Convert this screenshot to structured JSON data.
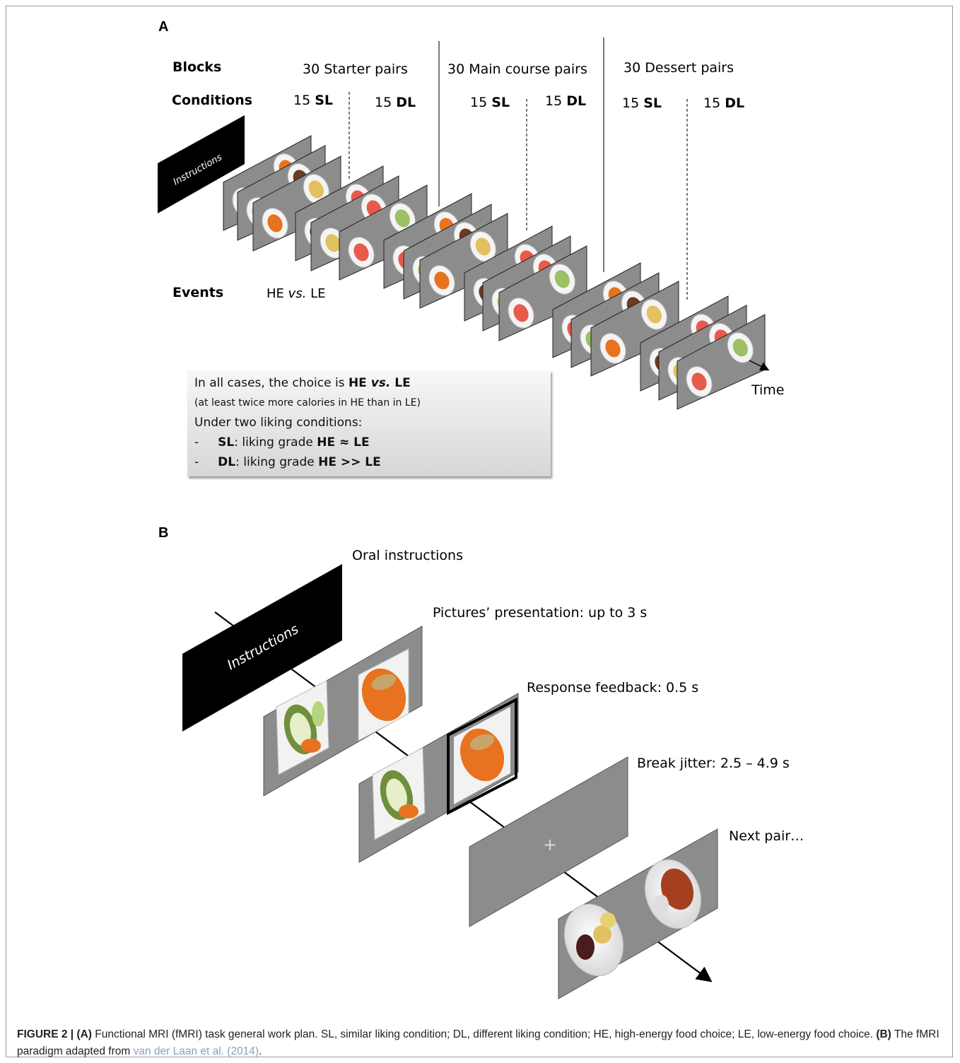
{
  "panel_a": {
    "label": "A",
    "blocks_label": "Blocks",
    "conditions_label": "Conditions",
    "events_label": "Events",
    "events_value_a": "HE ",
    "events_value_vs": "vs.",
    "events_value_b": " LE",
    "blocks": [
      {
        "title": "30 Starter pairs",
        "sl_count": "15 ",
        "sl": "SL",
        "dl_count": "15 ",
        "dl": "DL"
      },
      {
        "title": "30 Main course pairs",
        "sl_count": "15 ",
        "sl": "SL",
        "dl_count": "15 ",
        "dl": "DL"
      },
      {
        "title": "30 Dessert pairs",
        "sl_count": "15 ",
        "sl": "SL",
        "dl_count": "15 ",
        "dl": "DL"
      }
    ],
    "instructions_text": "Instructions",
    "time_label": "Time",
    "note": {
      "line1_a": "In all cases, the choice is ",
      "line1_b": "HE ",
      "line1_c": "vs.",
      "line1_d": " LE",
      "line2": "(at least twice more calories in HE than in LE)",
      "line3": "Under two liking conditions:",
      "dash": "-",
      "sl_term": "SL",
      "sl_text": ": liking grade ",
      "sl_rel": "HE ≈ LE",
      "dl_term": "DL",
      "dl_text": ": liking grade ",
      "dl_rel": "HE >> LE"
    }
  },
  "panel_b": {
    "label": "B",
    "steps": [
      "Oral instructions",
      "Pictures’ presentation: up to 3 s",
      "Response feedback: 0.5 s",
      "Break jitter: 2.5 – 4.9 s",
      "Next pair…"
    ],
    "instructions_text": "Instructions",
    "fixation": "+"
  },
  "caption": {
    "fig_label": "FIGURE 2 | ",
    "a_label": "(A)",
    "a_text": " Functional MRI (fMRI) task general work plan. SL, similar liking condition; DL, different liking condition; HE, high-energy food choice; LE, low-energy food choice. ",
    "b_label": "(B)",
    "b_text": " The fMRI paradigm adapted from ",
    "ref": "van der Laan et al. (2014)",
    "end": "."
  },
  "colors": {
    "slide_gray": "#8c8c8c",
    "slide_black": "#000000",
    "plate_white": "#f4f4f4",
    "carrot": "#e8721f",
    "grapefruit": "#e85a4a",
    "salad": "#9cc064",
    "chocolate": "#6b3a20",
    "potato": "#e3c060",
    "link": "#8aa0c0"
  }
}
